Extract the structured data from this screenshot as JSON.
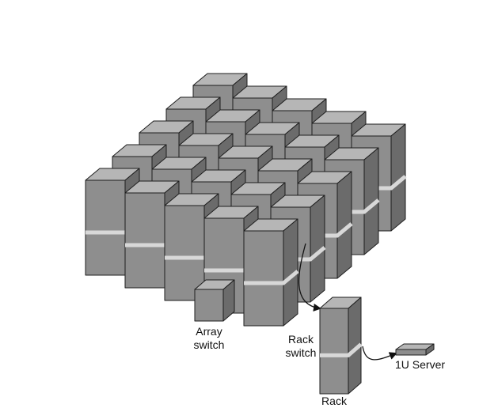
{
  "labels": {
    "array_switch": [
      "Array",
      "switch"
    ],
    "rack_switch": [
      "Rack",
      "switch"
    ],
    "server": "1U Server",
    "rack": "Rack"
  },
  "colors": {
    "front_face": "#8e8e8e",
    "top_face": "#b6b6b6",
    "side_face": "#6b6b6b",
    "outline": "#1e1e1e",
    "band": "#d8d8d8",
    "connector": "#111111"
  },
  "icons": {
    "rack_cabinet": "rack-icon",
    "array_switch": "array-switch-icon",
    "server": "server-icon",
    "connector_arrow": "arrow-icon"
  }
}
